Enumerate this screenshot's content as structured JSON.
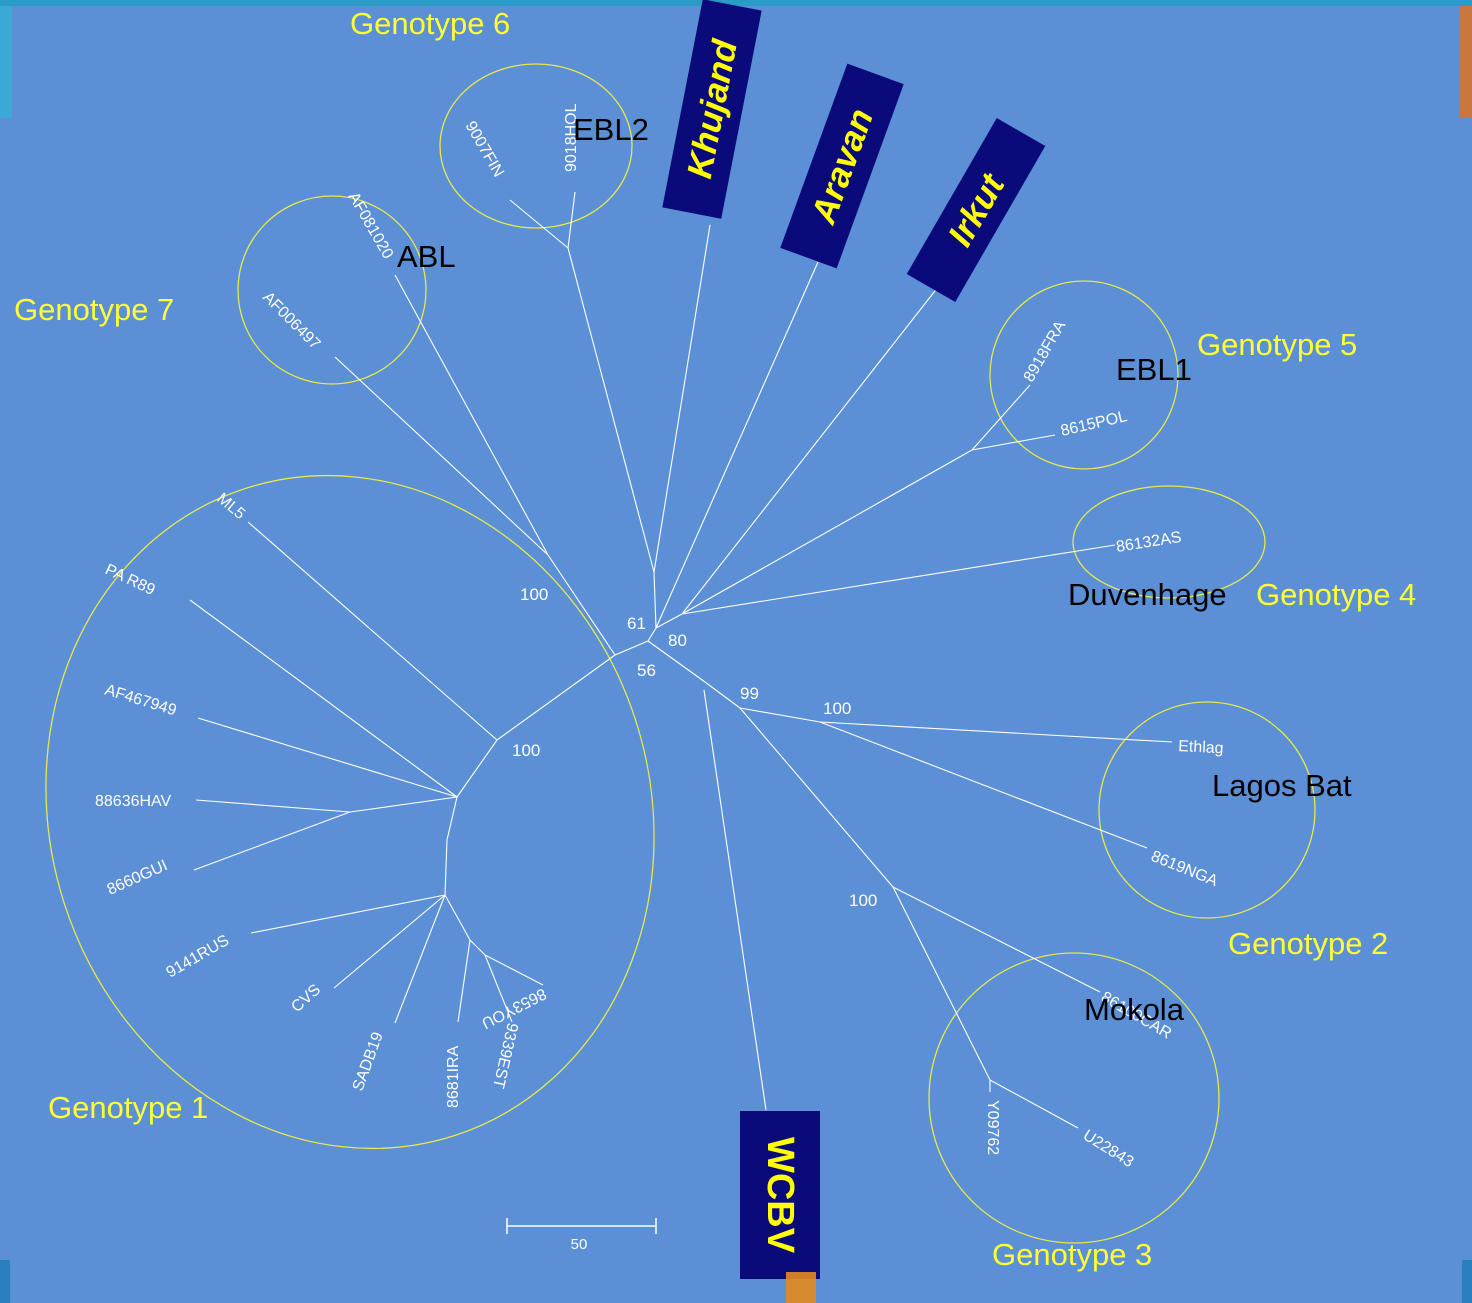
{
  "scale_bar": {
    "label": "50"
  },
  "genotype_labels": {
    "g1": "Genotype 1",
    "g2": "Genotype 2",
    "g3": "Genotype 3",
    "g4": "Genotype 4",
    "g5": "Genotype 5",
    "g6": "Genotype 6",
    "g7": "Genotype 7"
  },
  "group_names": {
    "abl": "ABL",
    "ebl1": "EBL1",
    "ebl2": "EBL2",
    "duvenhage": "Duvenhage",
    "lagos": "Lagos  Bat",
    "mokola": "Mokola"
  },
  "highlight_boxes": {
    "khujand": "Khujand",
    "aravan": "Aravan",
    "irkut": "Irkut",
    "wcbv": "WCBV"
  },
  "leaves": {
    "ml5": "ML5",
    "par89": "PA R89",
    "af467949": "AF467949",
    "hav": "88636HAV",
    "gui": "8660GUI",
    "rus": "9141RUS",
    "cvs": "CVS",
    "sadb19": "SADB19",
    "ira": "8681IRA",
    "est": "9339EST",
    "you": "8653YOU",
    "af081020": "AF081020",
    "af006497": "AF006497",
    "fin": "9007FIN",
    "hol": "9018HOL",
    "fra": "8918FRA",
    "pol": "8615POL",
    "as": "86132AS",
    "ethlag": "Ethlag",
    "nga": "8619NGA",
    "mok": "86100CAR",
    "y09762": "Y09762",
    "u22843": "U22843"
  },
  "bootstrap": {
    "b100a": "100",
    "b100b": "100",
    "b61": "61",
    "b80": "80",
    "b56": "56",
    "b99": "99",
    "b100c": "100",
    "b100d": "100"
  },
  "colors": {
    "background": "#5b8fd6",
    "tree": "#ffffff",
    "ellipse": "#e8e84a",
    "genotype_text": "#ffff33",
    "box_fill": "#0a0a7a",
    "box_text": "#ffff00"
  }
}
